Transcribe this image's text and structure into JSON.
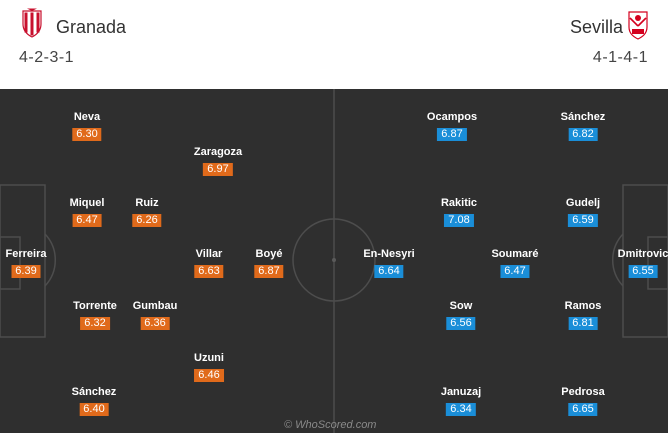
{
  "home": {
    "name": "Granada",
    "formation": "4-2-3-1",
    "colors": {
      "rating": "#e06a1b",
      "crest_primary": "#c8102e"
    },
    "crest_icon": "granada-crest-icon",
    "players": [
      {
        "name": "Ferreira",
        "rating": "6.39"
      },
      {
        "name": "Neva",
        "rating": "6.30"
      },
      {
        "name": "Miquel",
        "rating": "6.47"
      },
      {
        "name": "Torrente",
        "rating": "6.32"
      },
      {
        "name": "Sánchez",
        "rating": "6.40"
      },
      {
        "name": "Ruiz",
        "rating": "6.26"
      },
      {
        "name": "Gumbau",
        "rating": "6.36"
      },
      {
        "name": "Zaragoza",
        "rating": "6.97"
      },
      {
        "name": "Villar",
        "rating": "6.63"
      },
      {
        "name": "Uzuni",
        "rating": "6.46"
      },
      {
        "name": "Boyé",
        "rating": "6.87"
      }
    ]
  },
  "away": {
    "name": "Sevilla",
    "formation": "4-1-4-1",
    "colors": {
      "rating": "#1a8ed8",
      "crest_primary": "#d4001e"
    },
    "crest_icon": "sevilla-crest-icon",
    "players": [
      {
        "name": "Dmitrovic",
        "rating": "6.55"
      },
      {
        "name": "Sánchez",
        "rating": "6.82"
      },
      {
        "name": "Gudelj",
        "rating": "6.59"
      },
      {
        "name": "Ramos",
        "rating": "6.81"
      },
      {
        "name": "Pedrosa",
        "rating": "6.65"
      },
      {
        "name": "Soumaré",
        "rating": "6.47"
      },
      {
        "name": "Ocampos",
        "rating": "6.87"
      },
      {
        "name": "Rakitic",
        "rating": "7.08"
      },
      {
        "name": "Sow",
        "rating": "6.56"
      },
      {
        "name": "Januzaj",
        "rating": "6.34"
      },
      {
        "name": "En-Nesyri",
        "rating": "6.64"
      }
    ]
  },
  "pitch": {
    "background": "#2f2f2f",
    "line_color": "#4d4d4d"
  },
  "watermark": "© WhoScored.com"
}
